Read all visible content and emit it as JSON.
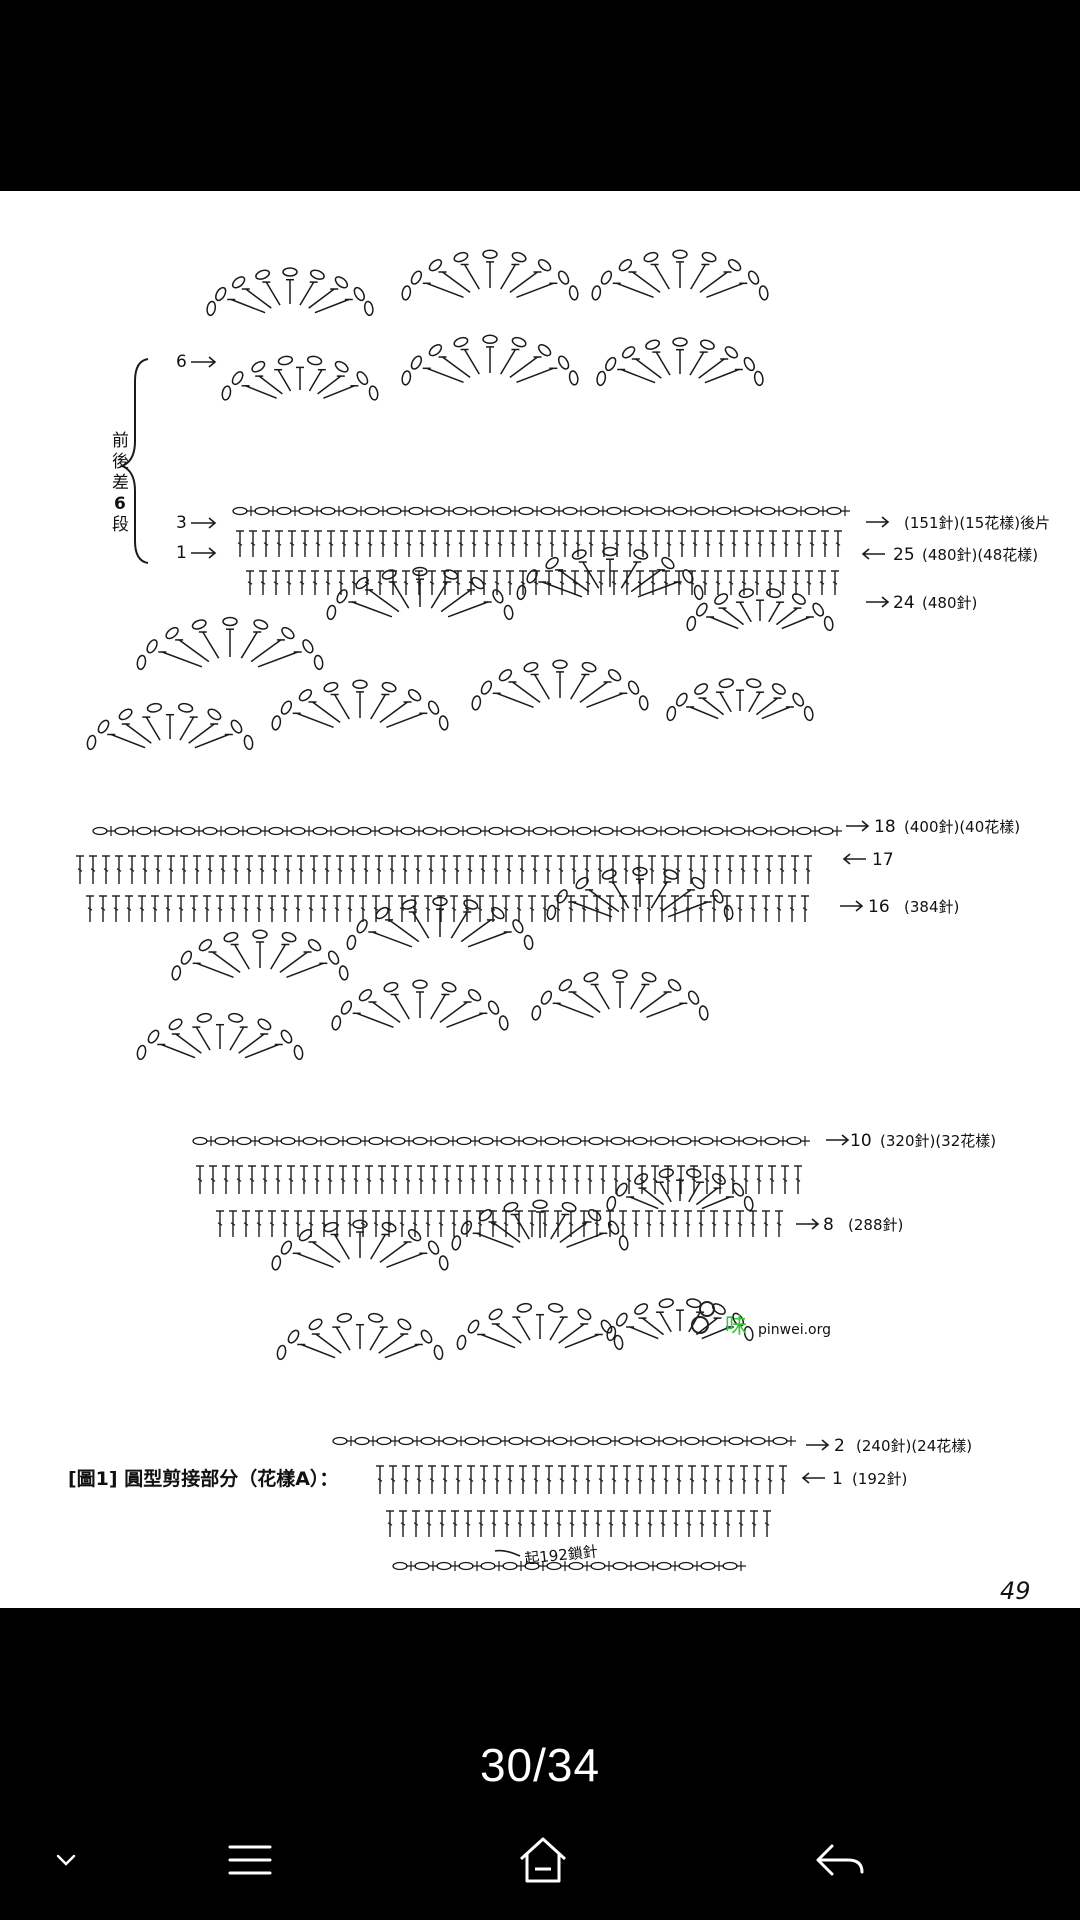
{
  "image": {
    "title": "[圖1] 圓型剪接部分（花樣A）：",
    "side_bracket_label": [
      "前",
      "後",
      "差",
      "6",
      "段"
    ],
    "watermark": "pinwei.org",
    "page_mark": "49",
    "foundation_label": "起192鎖針",
    "left_rows": [
      {
        "label": "6"
      },
      {
        "label": "3"
      },
      {
        "label": "1"
      }
    ],
    "right_rows": [
      {
        "num": "(151針)(15花樣)後片",
        "count": ""
      },
      {
        "num": "25",
        "count": "(480針)(48花樣)"
      },
      {
        "num": "24",
        "count": "(480針)"
      },
      {
        "num": "18",
        "count": "(400針)(40花樣)"
      },
      {
        "num": "17",
        "count": ""
      },
      {
        "num": "16",
        "count": "(384針)"
      },
      {
        "num": "10",
        "count": "(320針)(32花樣)"
      },
      {
        "num": "8",
        "count": "(288針)"
      },
      {
        "num": "2",
        "count": "(240針)(24花樣)"
      },
      {
        "num": "1",
        "count": "(192針)"
      }
    ]
  },
  "pager": {
    "text": "30/34"
  },
  "navbar": {
    "icons": [
      "chevron-down-icon",
      "menu-icon",
      "home-icon",
      "back-icon"
    ]
  },
  "colors": {
    "background": "#000000",
    "page": "#ffffff",
    "ink": "#1a1a1a"
  }
}
